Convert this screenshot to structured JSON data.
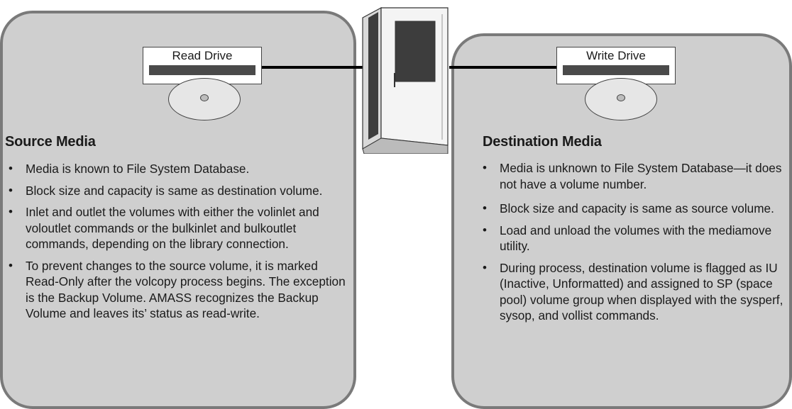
{
  "read_drive": {
    "label": "Read Drive"
  },
  "write_drive": {
    "label": "Write Drive"
  },
  "source": {
    "heading": "Source Media",
    "bullets": [
      "Media is known to File System Database.",
      "Block size and capacity is same as destination volume.",
      "Inlet and outlet the volumes with either the volinlet and voloutlet commands or the bulkinlet and bulkoutlet commands, depending on the library connection.",
      "To prevent changes to the source volume, it is marked Read-Only after the volcopy process begins. The exception is the Backup Volume. AMASS recognizes the Backup Volume and leaves its’ status as read-write."
    ]
  },
  "destination": {
    "heading": "Destination Media",
    "bullets": [
      "Media is unknown to File System Database—it does not have a volume number.",
      "Block size and capacity is same as source volume.",
      "Load and unload the volumes with the mediamove utility.",
      "During process, destination volume is flagged as IU (Inactive, Unformatted) and assigned to SP (space pool) volume group when displayed with the sysperf, sysop, and vollist commands."
    ]
  },
  "icons": {
    "server": "server-tower-icon",
    "read_disc": "optical-disc-icon",
    "write_disc": "optical-disc-icon"
  },
  "colors": {
    "panel_fill": "#cfcfcf",
    "panel_border": "#7a7a7a",
    "drive_slot": "#4a4a4a",
    "cable": "#000000"
  }
}
